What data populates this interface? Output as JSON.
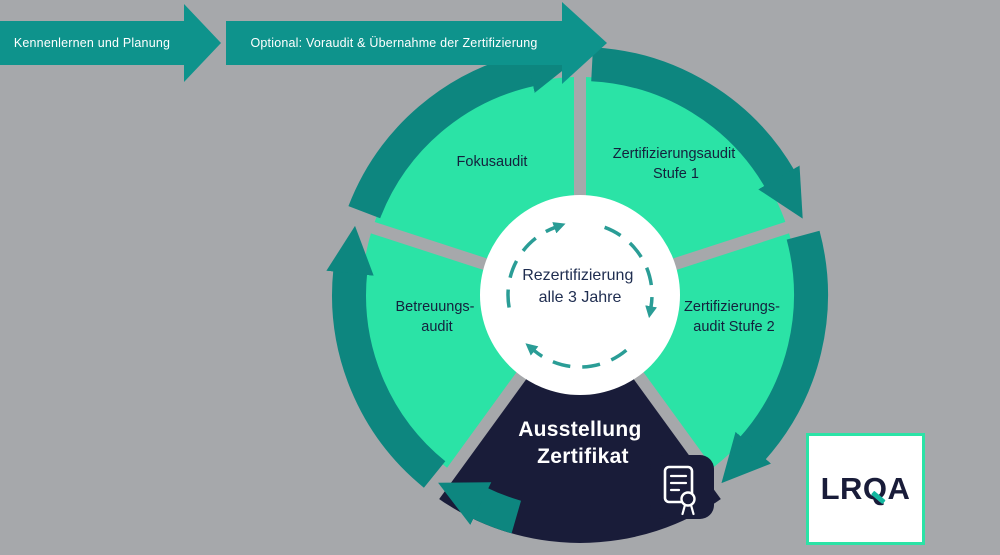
{
  "colors": {
    "background": "#a6a8ab",
    "teal": "#0e938c",
    "ring": "#0d867f",
    "green": "#2be3a6",
    "navy": "#191c39",
    "label": "#14213d",
    "center-text": "#1f2d50",
    "dash": "#2a9d96",
    "logo-accent": "#14b8a0"
  },
  "flow": {
    "step1": "Kennenlernen und Planung",
    "step2": "Optional: Voraudit & Übernahme der Zertifizierung"
  },
  "cycle": {
    "fokusaudit": {
      "line1": "Fokusaudit"
    },
    "stufe1": {
      "line1": "Zertifizierungsaudit",
      "line2": "Stufe 1"
    },
    "stufe2": {
      "line1": "Zertifizierungs-",
      "line2": "audit Stufe 2"
    },
    "zertifikat": {
      "line1": "Ausstellung",
      "line2": "Zertifikat"
    },
    "betreuung": {
      "line1": "Betreuungs-",
      "line2": "audit"
    },
    "center": {
      "line1": "Rezertifizierung",
      "line2": "alle 3 Jahre"
    }
  },
  "icons": {
    "certificate": "certificate-icon",
    "cycle_arrows": "refresh-arrows-icon",
    "flow_arrows": "arrow-right-icon"
  },
  "logo": {
    "brand": "LRQA"
  }
}
